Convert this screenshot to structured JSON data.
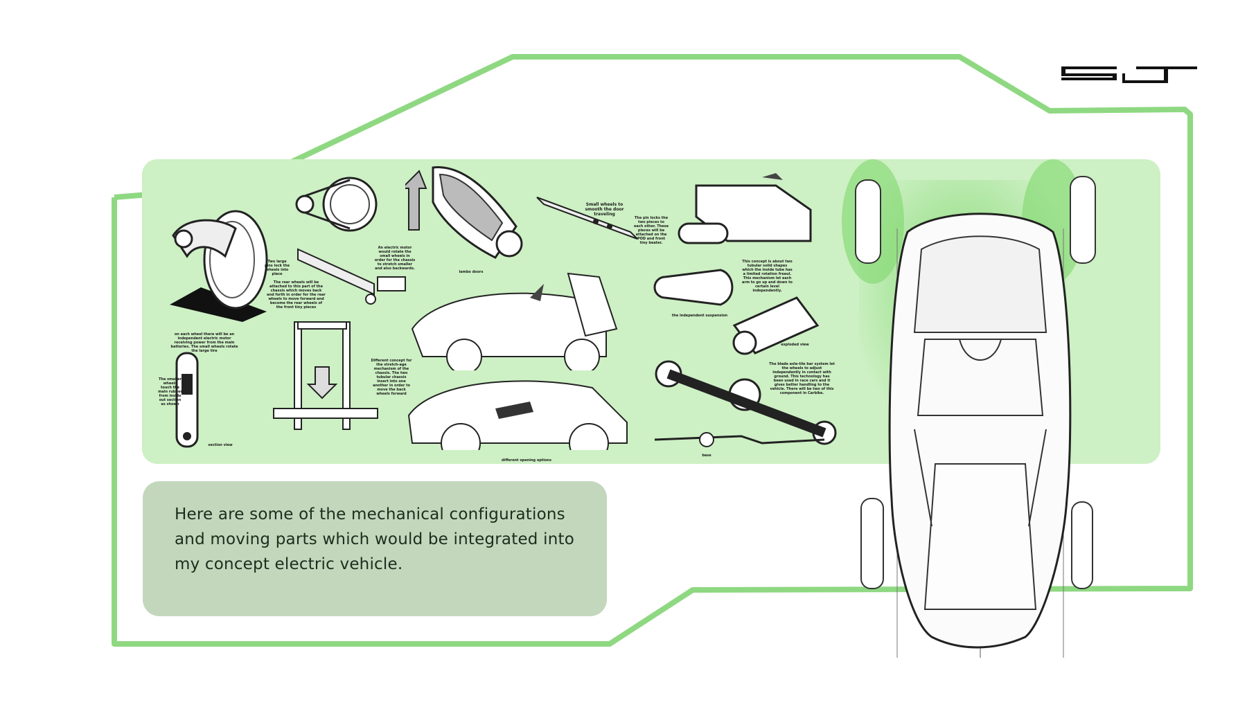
{
  "logo": {
    "text": "SJ",
    "color": "#111111"
  },
  "colors": {
    "frame": "#8fd882",
    "panel": "#cdf0c4",
    "caption_bg": "#c3d7bd",
    "glow": "#7fd76d"
  },
  "caption": {
    "text": "Here are some of the mechanical configurations and moving parts which would be integrated into my concept electric vehicle."
  },
  "annotations": {
    "large_pins": "Two large pins lock the wheels into place",
    "rear_wheels": "The rear wheels will be attached to this part of the chassis which moves back and forth in order for the rear wheels to move forward and become the rear wheels of the front tiny pieces",
    "electric_motor": "An electric motor would rotate the small wheels in order for the chassis to stretch smaller and also backwards.",
    "small_wheels": "Small wheels to smooth the door traveling",
    "lambo_doors": "lambo doors",
    "pin_locks": "The pin locks the two pieces to each other. These pieces will be attached on the POD and front tiny beater.",
    "independent_motor": "on each wheel there will be an independent electric motor receiving power from the main batteries. The small wheels rotate the large tire",
    "smaller_wheels": "The smaller wheels touch the main rubber from inside out section as shown",
    "section_view": "section view",
    "different_concept": "Different concept for the stretch-age mechanism of the chassis. The two tubular chassis insert into one another in order to move the back wheels forward",
    "opening_options": "different opening options",
    "two_tubular": "This concept is about two tubular solid shapes which the inside tube has a limited rotation freeul. This mechanism let each arm to go up and down to certain level independently.",
    "independent_suspension": "the independent suspension",
    "exploded_view": "exploded view",
    "blade_axle": "The blade axle-tile bar system let the wheels to adjust independently in contact with ground. This technology has been used in race cars and it gives better handling to the vehicle. There will be two of this component in Carbike.",
    "base": "base"
  }
}
